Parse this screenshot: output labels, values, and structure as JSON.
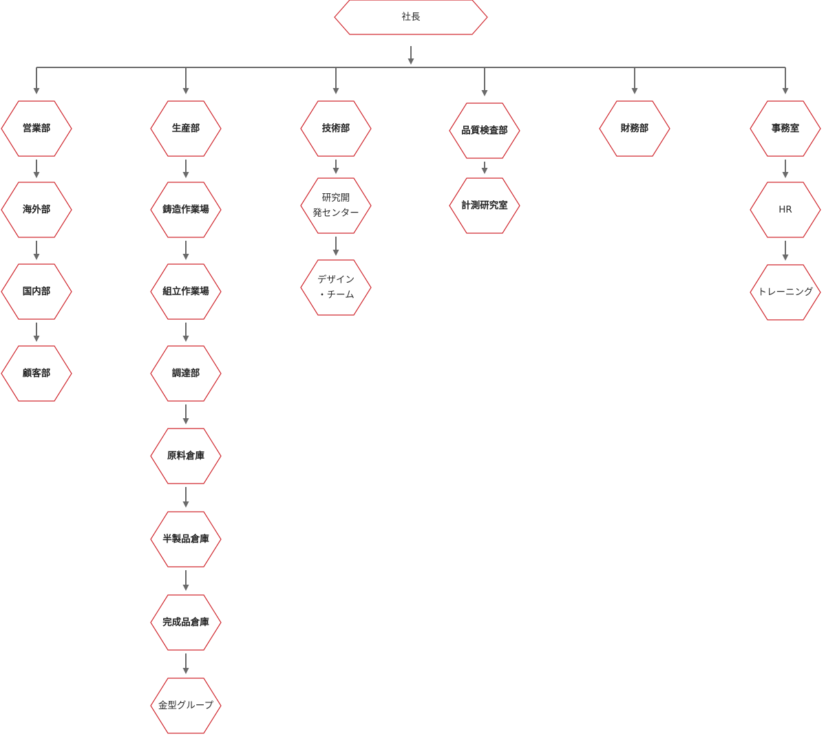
{
  "diagram": {
    "type": "org-chart",
    "root": {
      "label": "社長",
      "bold": false
    },
    "columns": [
      {
        "head": {
          "label": "営業部",
          "bold": true
        },
        "children": [
          {
            "label": "海外部",
            "bold": true
          },
          {
            "label": "国内部",
            "bold": true
          },
          {
            "label": "顧客部",
            "bold": true
          }
        ]
      },
      {
        "head": {
          "label": "生産部",
          "bold": true
        },
        "children": [
          {
            "label": "鋳造作業場",
            "bold": true
          },
          {
            "label": "組立作業場",
            "bold": true
          },
          {
            "label": "調達部",
            "bold": true
          },
          {
            "label": "原料倉庫",
            "bold": true
          },
          {
            "label": "半製品倉庫",
            "bold": true
          },
          {
            "label": "完成品倉庫",
            "bold": true
          },
          {
            "label": "金型グループ",
            "bold": false
          }
        ]
      },
      {
        "head": {
          "label": "技術部",
          "bold": true
        },
        "children": [
          {
            "label": "研究開\n発センター",
            "bold": false
          },
          {
            "label": "デザイン\n・チーム",
            "bold": false
          }
        ]
      },
      {
        "head": {
          "label": "品質検査部",
          "bold": true
        },
        "children": [
          {
            "label": "計測研究室",
            "bold": true
          }
        ]
      },
      {
        "head": {
          "label": "財務部",
          "bold": true
        },
        "children": []
      },
      {
        "head": {
          "label": "事務室",
          "bold": true
        },
        "children": [
          {
            "label": "HR",
            "bold": false
          },
          {
            "label": "トレーニング",
            "bold": false
          }
        ]
      }
    ],
    "colors": {
      "hex_border": "#d0282f",
      "connector": "#6a6a6a",
      "text": "#2b2b2b"
    }
  }
}
